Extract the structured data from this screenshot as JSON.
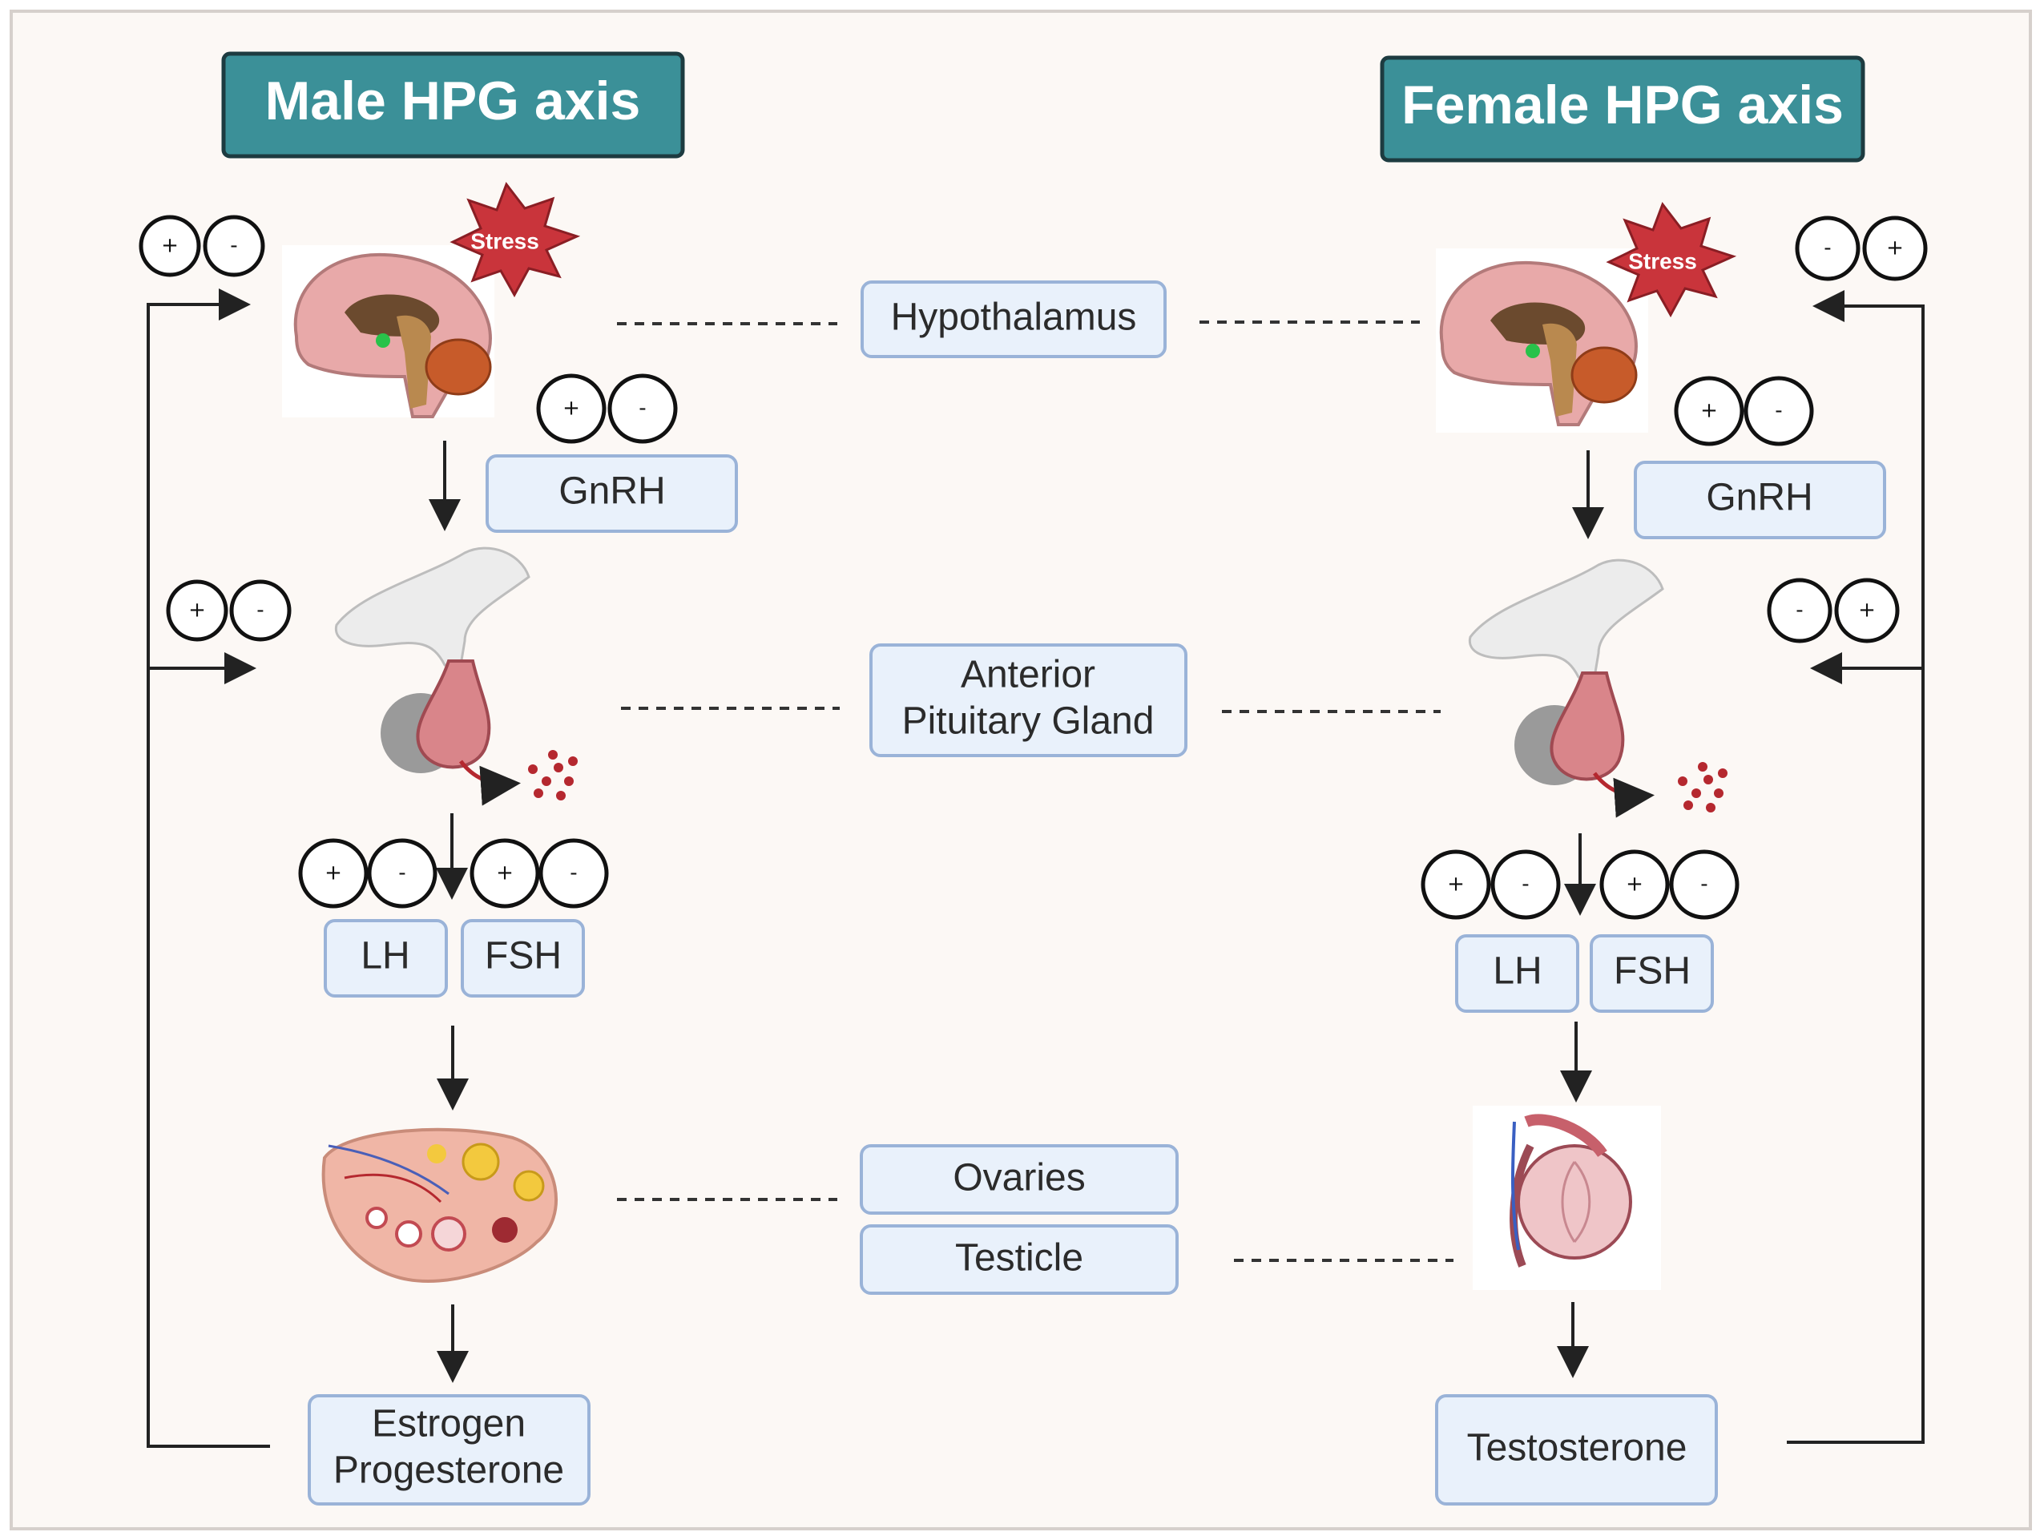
{
  "titles": {
    "male": "Male HPG axis",
    "female": "Female HPG axis"
  },
  "stress_label": "Stress",
  "center_labels": {
    "hypothalamus": "Hypothalamus",
    "pituitary_line1": "Anterior",
    "pituitary_line2": "Pituitary Gland",
    "ovaries": "Ovaries",
    "testicle": "Testicle"
  },
  "hormones": {
    "gnrh": "GnRH",
    "lh": "LH",
    "fsh": "FSH"
  },
  "outputs": {
    "male_line1": "Estrogen",
    "male_line2": "Progesterone",
    "female": "Testosterone"
  },
  "signs": {
    "plus": "+",
    "minus": "-"
  },
  "colors": {
    "title_bg": "#3b9098",
    "label_box_fill": "#e9f1fb",
    "label_box_stroke": "#9ab3d8",
    "stress_star": "#c9343b",
    "background": "#fcf8f5"
  }
}
